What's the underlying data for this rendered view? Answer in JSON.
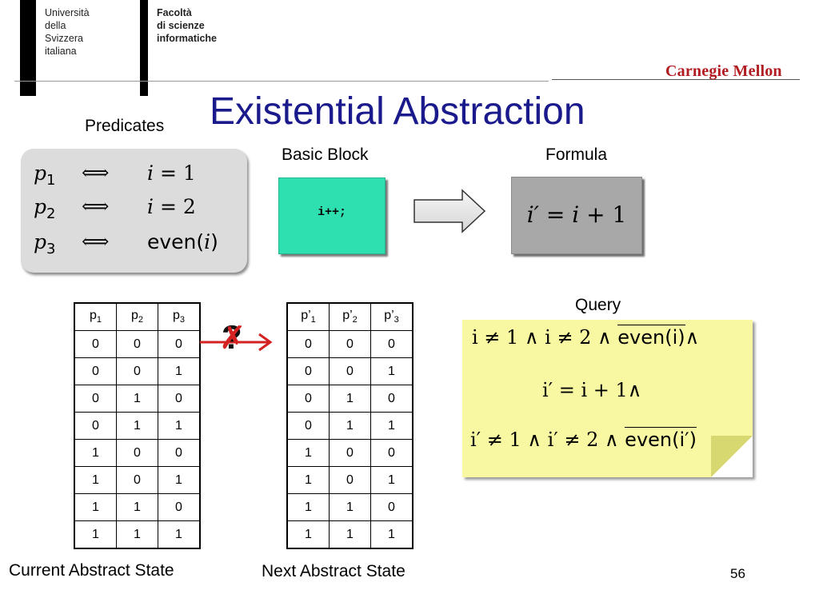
{
  "header": {
    "university": "Università\ndella\nSvizzera\nitaliana",
    "faculty": "Facoltà\ndi scienze\ninformatiche",
    "partner_logo": "Carnegie Mellon"
  },
  "title": "Existential Abstraction",
  "labels": {
    "predicates": "Predicates",
    "basic_block": "Basic Block",
    "formula": "Formula",
    "query": "Query",
    "current_state": "Current Abstract State",
    "next_state": "Next Abstract State"
  },
  "predicates": [
    {
      "name": "p",
      "index": "1",
      "op": "⟺",
      "rhs_var": "i",
      "rhs_rest": " = 1"
    },
    {
      "name": "p",
      "index": "2",
      "op": "⟺",
      "rhs_var": "i",
      "rhs_rest": " = 2"
    },
    {
      "name": "p",
      "index": "3",
      "op": "⟺",
      "rhs_fn": "even(",
      "rhs_var": "i",
      "rhs_close": ")"
    }
  ],
  "basic_block_code": "i++;",
  "formula": {
    "lhs": "i′",
    "eq": " = ",
    "rhs_var": "i",
    "rhs_rest": " + 1"
  },
  "current_table": {
    "headers": [
      {
        "base": "p",
        "sub": "1"
      },
      {
        "base": "p",
        "sub": "2"
      },
      {
        "base": "p",
        "sub": "3"
      }
    ],
    "rows": [
      [
        "0",
        "0",
        "0"
      ],
      [
        "0",
        "0",
        "1"
      ],
      [
        "0",
        "1",
        "0"
      ],
      [
        "0",
        "1",
        "1"
      ],
      [
        "1",
        "0",
        "0"
      ],
      [
        "1",
        "0",
        "1"
      ],
      [
        "1",
        "1",
        "0"
      ],
      [
        "1",
        "1",
        "1"
      ]
    ]
  },
  "next_table": {
    "headers": [
      {
        "base": "p’",
        "sub": "1"
      },
      {
        "base": "p’",
        "sub": "2"
      },
      {
        "base": "p’",
        "sub": "3"
      }
    ],
    "rows": [
      [
        "0",
        "0",
        "0"
      ],
      [
        "0",
        "0",
        "1"
      ],
      [
        "0",
        "1",
        "0"
      ],
      [
        "0",
        "1",
        "1"
      ],
      [
        "1",
        "0",
        "0"
      ],
      [
        "1",
        "0",
        "1"
      ],
      [
        "1",
        "1",
        "0"
      ],
      [
        "1",
        "1",
        "1"
      ]
    ]
  },
  "transition_symbol": "?",
  "cross_symbol": "✗",
  "query_lines": {
    "line1": "i ≠ 1 ∧ i ≠ 2 ∧ ",
    "line1_even": "even(i)",
    "line1_end": "∧",
    "line2": "i′ = i + 1∧",
    "line3": "i′ ≠ 1 ∧ i′ ≠ 2 ∧ ",
    "line3_even": "even(i′)"
  },
  "page_number": "56",
  "colors": {
    "title": "#1a1a8c",
    "cmu": "#b01c20",
    "arrow": "#d42222",
    "block": "#2ee0b0",
    "note": "#f8f8a2"
  }
}
